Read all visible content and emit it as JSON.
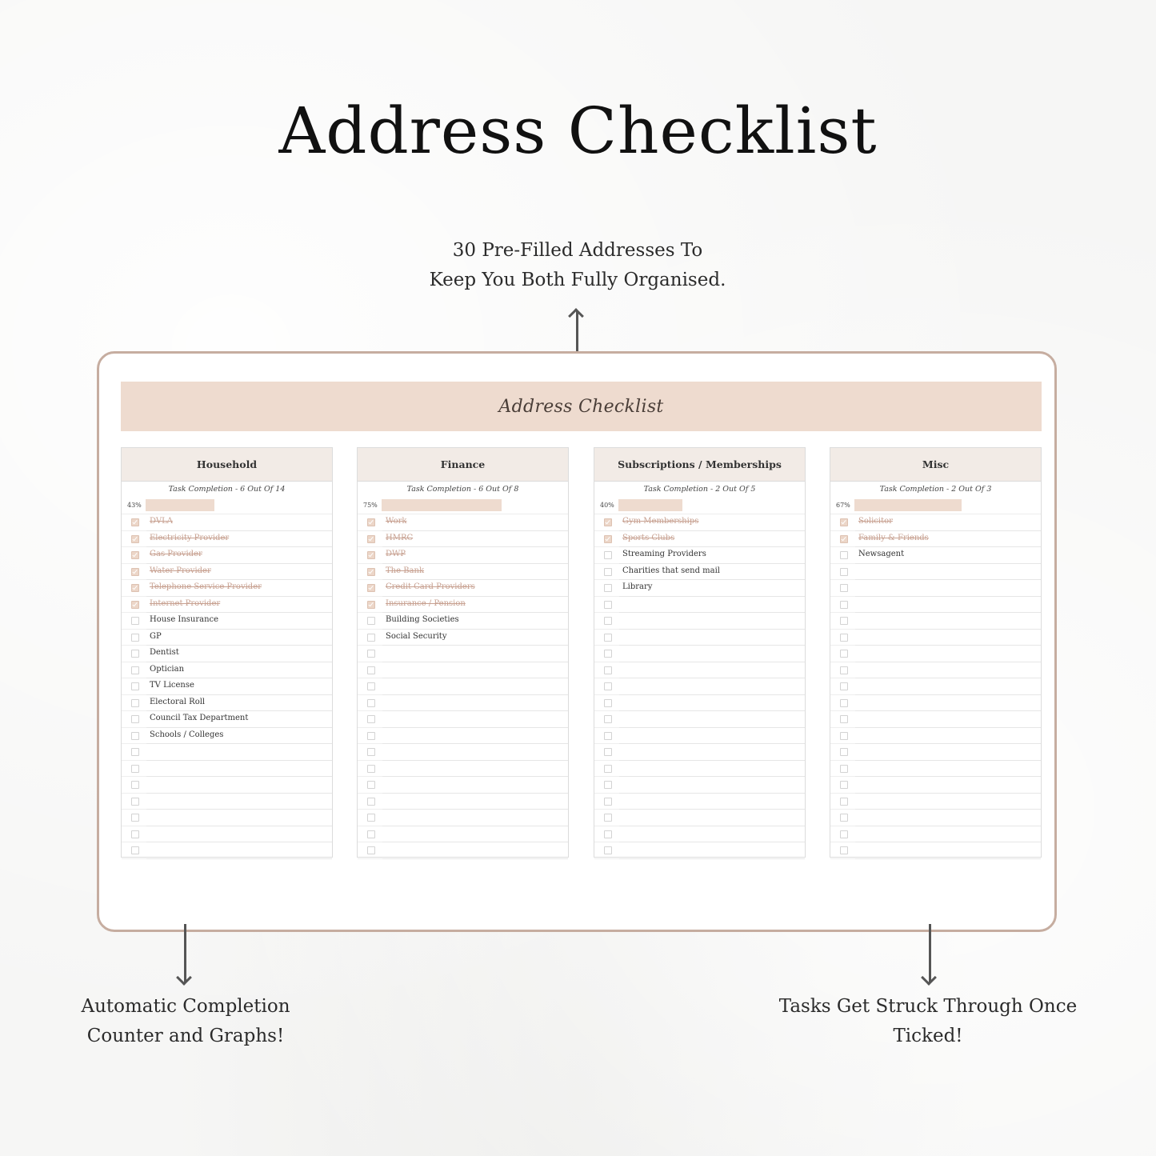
{
  "title": "Address Checklist",
  "callouts": {
    "top": [
      "30 Pre-Filled Addresses To",
      "Keep You Both Fully Organised."
    ],
    "left": [
      "Automatic Completion",
      "Counter and Graphs!"
    ],
    "right": [
      "Tasks Get Struck Through Once",
      "Ticked!"
    ]
  },
  "sheet": {
    "title": "Address Checklist",
    "panels": [
      {
        "name": "Household",
        "completion": "Task Completion - 6 Out Of 14",
        "percent_label": "43%",
        "progress": 0.43,
        "items": [
          {
            "label": "DVLA",
            "checked": true
          },
          {
            "label": "Electricity Provider",
            "checked": true
          },
          {
            "label": "Gas Provider",
            "checked": true
          },
          {
            "label": "Water Provider",
            "checked": true
          },
          {
            "label": "Telephone Service Provider",
            "checked": true
          },
          {
            "label": "Internet Provider",
            "checked": true
          },
          {
            "label": "House Insurance",
            "checked": false
          },
          {
            "label": "GP",
            "checked": false
          },
          {
            "label": "Dentist",
            "checked": false
          },
          {
            "label": "Optician",
            "checked": false
          },
          {
            "label": "TV License",
            "checked": false
          },
          {
            "label": "Electoral Roll",
            "checked": false
          },
          {
            "label": "Council Tax Department",
            "checked": false
          },
          {
            "label": "Schools / Colleges",
            "checked": false
          },
          {
            "label": "",
            "checked": false
          },
          {
            "label": "",
            "checked": false
          },
          {
            "label": "",
            "checked": false
          },
          {
            "label": "",
            "checked": false
          },
          {
            "label": "",
            "checked": false
          },
          {
            "label": "",
            "checked": false
          },
          {
            "label": "",
            "checked": false
          }
        ]
      },
      {
        "name": "Finance",
        "completion": "Task Completion - 6 Out Of 8",
        "percent_label": "75%",
        "progress": 0.75,
        "items": [
          {
            "label": "Work",
            "checked": true
          },
          {
            "label": "HMRC",
            "checked": true
          },
          {
            "label": "DWP",
            "checked": true
          },
          {
            "label": "The Bank",
            "checked": true
          },
          {
            "label": "Credit Card Providers",
            "checked": true
          },
          {
            "label": "Insurance / Pension",
            "checked": true
          },
          {
            "label": "Building Societies",
            "checked": false
          },
          {
            "label": "Social Security",
            "checked": false
          },
          {
            "label": "",
            "checked": false
          },
          {
            "label": "",
            "checked": false
          },
          {
            "label": "",
            "checked": false
          },
          {
            "label": "",
            "checked": false
          },
          {
            "label": "",
            "checked": false
          },
          {
            "label": "",
            "checked": false
          },
          {
            "label": "",
            "checked": false
          },
          {
            "label": "",
            "checked": false
          },
          {
            "label": "",
            "checked": false
          },
          {
            "label": "",
            "checked": false
          },
          {
            "label": "",
            "checked": false
          },
          {
            "label": "",
            "checked": false
          },
          {
            "label": "",
            "checked": false
          }
        ]
      },
      {
        "name": "Subscriptions / Memberships",
        "completion": "Task Completion - 2 Out Of 5",
        "percent_label": "40%",
        "progress": 0.4,
        "items": [
          {
            "label": "Gym Memberships",
            "checked": true
          },
          {
            "label": "Sports Clubs",
            "checked": true
          },
          {
            "label": "Streaming Providers",
            "checked": false
          },
          {
            "label": "Charities that send mail",
            "checked": false
          },
          {
            "label": "Library",
            "checked": false
          },
          {
            "label": "",
            "checked": false
          },
          {
            "label": "",
            "checked": false
          },
          {
            "label": "",
            "checked": false
          },
          {
            "label": "",
            "checked": false
          },
          {
            "label": "",
            "checked": false
          },
          {
            "label": "",
            "checked": false
          },
          {
            "label": "",
            "checked": false
          },
          {
            "label": "",
            "checked": false
          },
          {
            "label": "",
            "checked": false
          },
          {
            "label": "",
            "checked": false
          },
          {
            "label": "",
            "checked": false
          },
          {
            "label": "",
            "checked": false
          },
          {
            "label": "",
            "checked": false
          },
          {
            "label": "",
            "checked": false
          },
          {
            "label": "",
            "checked": false
          },
          {
            "label": "",
            "checked": false
          }
        ]
      },
      {
        "name": "Misc",
        "completion": "Task Completion - 2 Out Of 3",
        "percent_label": "67%",
        "progress": 0.67,
        "items": [
          {
            "label": "Solicitor",
            "checked": true
          },
          {
            "label": "Family & Friends",
            "checked": true
          },
          {
            "label": "Newsagent",
            "checked": false
          },
          {
            "label": "",
            "checked": false
          },
          {
            "label": "",
            "checked": false
          },
          {
            "label": "",
            "checked": false
          },
          {
            "label": "",
            "checked": false
          },
          {
            "label": "",
            "checked": false
          },
          {
            "label": "",
            "checked": false
          },
          {
            "label": "",
            "checked": false
          },
          {
            "label": "",
            "checked": false
          },
          {
            "label": "",
            "checked": false
          },
          {
            "label": "",
            "checked": false
          },
          {
            "label": "",
            "checked": false
          },
          {
            "label": "",
            "checked": false
          },
          {
            "label": "",
            "checked": false
          },
          {
            "label": "",
            "checked": false
          },
          {
            "label": "",
            "checked": false
          },
          {
            "label": "",
            "checked": false
          },
          {
            "label": "",
            "checked": false
          },
          {
            "label": "",
            "checked": false
          }
        ]
      }
    ]
  },
  "colors": {
    "frame_border": "#c6ada0",
    "header_fill": "#eedbcf",
    "panel_head_fill": "#f2ebe6",
    "struck_text": "#c7a090"
  }
}
